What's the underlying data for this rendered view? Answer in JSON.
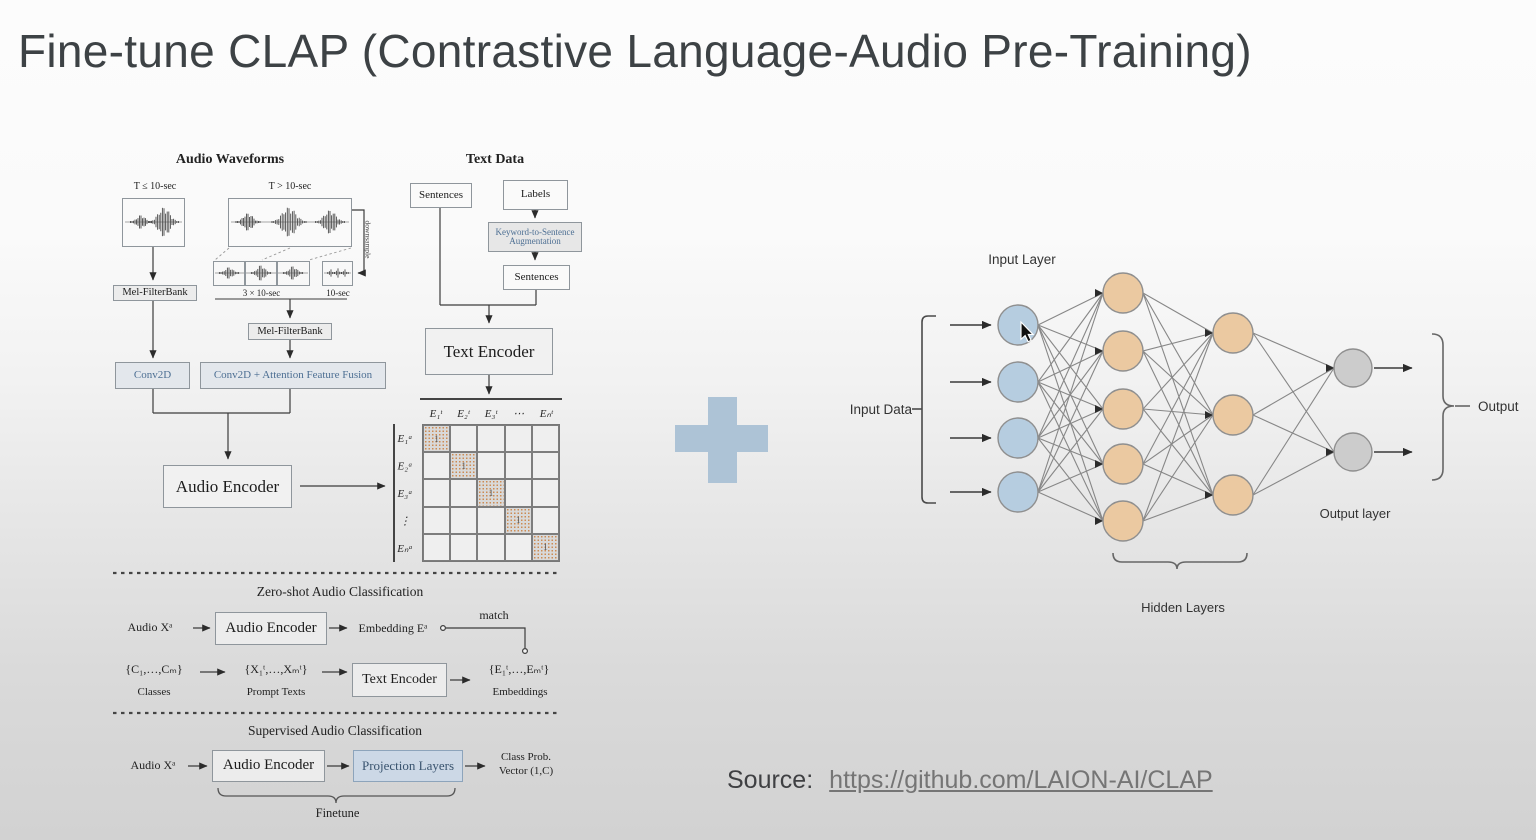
{
  "slide": {
    "title": "Fine-tune CLAP (Contrastive Language-Audio Pre-Training)",
    "source_label": "Source:",
    "source_link": "https://github.com/LAION-AI/CLAP"
  },
  "colors": {
    "plus": "#adc3d6",
    "node_input": "#b6cde0",
    "node_hidden": "#ebc9a1",
    "node_output": "#cccccc",
    "diag_dot": "#cc8a52",
    "accent_text": "#4d6f93"
  },
  "clap": {
    "audio_heading": "Audio Waveforms",
    "text_heading": "Text Data",
    "t_short": "T ≤ 10-sec",
    "t_long": "T > 10-sec",
    "downsample": "downsample",
    "segments_label": "3 × 10-sec",
    "segment10_label": "10-sec",
    "mel_left": "Mel-FilterBank",
    "mel_center": "Mel-FilterBank",
    "conv": "Conv2D",
    "conv_aff": "Conv2D + Attention Feature Fusion",
    "audio_encoder": "Audio Encoder",
    "sentences_top": "Sentences",
    "labels_box": "Labels",
    "kts_line1": "Keyword-to-Sentence",
    "kts_line2": "Augmentation",
    "sentences_mid": "Sentences",
    "text_encoder": "Text Encoder",
    "matrix": {
      "size": 5,
      "col_labels": [
        "E₁ᵗ",
        "E₂ᵗ",
        "E₃ᵗ",
        "⋯",
        "Eₙᵗ"
      ],
      "row_labels": [
        "E₁ᵃ",
        "E₂ᵃ",
        "E₃ᵃ",
        "⋮",
        "Eₙᵃ"
      ],
      "diag_value": "1"
    },
    "zero_shot": {
      "heading": "Zero-shot Audio Classification",
      "audio_x": "Audio Xᵃ",
      "audio_encoder": "Audio Encoder",
      "embedding": "Embedding Eᵃ",
      "match": "match",
      "classes_set": "{C₁,…,Cₘ}",
      "classes_caption": "Classes",
      "prompts_set": "{X₁ᵗ,…,Xₘᵗ}",
      "prompts_caption": "Prompt Texts",
      "text_encoder": "Text Encoder",
      "embeddings_set": "{E₁ᵗ,…,Eₘᵗ}",
      "embeddings_caption": "Embeddings"
    },
    "supervised": {
      "heading": "Supervised Audio Classification",
      "audio_x": "Audio Xᵃ",
      "audio_encoder": "Audio Encoder",
      "projection": "Projection Layers",
      "class_prob_line1": "Class Prob.",
      "class_prob_line2": "Vector (1,C)",
      "finetune": "Finetune"
    }
  },
  "network": {
    "input_layer_label": "Input Layer",
    "input_data_label": "Input Data",
    "hidden_layers_label": "Hidden Layers",
    "output_layer_label": "Output layer",
    "output_label": "Output",
    "layers": [
      {
        "name": "input",
        "count": 4
      },
      {
        "name": "hidden-1",
        "count": 5
      },
      {
        "name": "hidden-2",
        "count": 3
      },
      {
        "name": "output",
        "count": 2
      }
    ]
  }
}
